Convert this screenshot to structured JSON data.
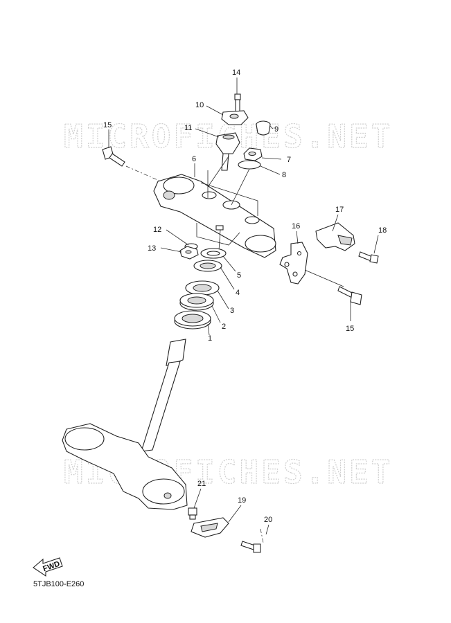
{
  "watermark": "MICROFICHES.NET",
  "fwd_label": "FWD",
  "diagram_code": "5TJB100-E260",
  "callouts": [
    {
      "id": "c14",
      "text": "14"
    },
    {
      "id": "c10",
      "text": "10"
    },
    {
      "id": "c9",
      "text": "9"
    },
    {
      "id": "c11",
      "text": "11"
    },
    {
      "id": "c15a",
      "text": "15"
    },
    {
      "id": "c7",
      "text": "7"
    },
    {
      "id": "c6",
      "text": "6"
    },
    {
      "id": "c8",
      "text": "8"
    },
    {
      "id": "c17",
      "text": "17"
    },
    {
      "id": "c18",
      "text": "18"
    },
    {
      "id": "c16",
      "text": "16"
    },
    {
      "id": "c12",
      "text": "12"
    },
    {
      "id": "c13",
      "text": "13"
    },
    {
      "id": "c5",
      "text": "5"
    },
    {
      "id": "c4",
      "text": "4"
    },
    {
      "id": "c3",
      "text": "3"
    },
    {
      "id": "c2",
      "text": "2"
    },
    {
      "id": "c1",
      "text": "1"
    },
    {
      "id": "c15b",
      "text": "15"
    },
    {
      "id": "c21",
      "text": "21"
    },
    {
      "id": "c19",
      "text": "19"
    },
    {
      "id": "c20",
      "text": "20"
    }
  ]
}
